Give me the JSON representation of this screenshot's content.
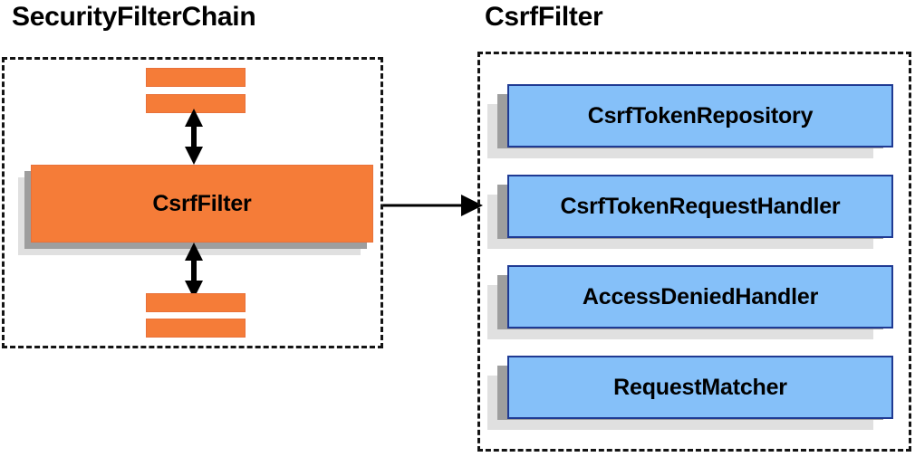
{
  "diagram": {
    "title_left": "SecurityFilterChain",
    "title_right": "CsrfFilter",
    "left_panel": {
      "main_box_label": "CsrfFilter",
      "stripes_top": [
        "",
        ""
      ],
      "stripes_bottom": [
        "",
        ""
      ]
    },
    "right_panel": {
      "items": [
        {
          "label": "CsrfTokenRepository"
        },
        {
          "label": "CsrfTokenRequestHandler"
        },
        {
          "label": "AccessDeniedHandler"
        },
        {
          "label": "RequestMatcher"
        }
      ]
    },
    "connectors": {
      "top_bidirectional": "double-headed-vertical-arrow",
      "bottom_bidirectional": "double-headed-vertical-arrow",
      "panel_link": "right-arrow"
    },
    "colors": {
      "orange_fill": "#f57c38",
      "orange_border": "#e8713a",
      "blue_fill": "#85c0f9",
      "blue_border": "#1f3a93",
      "shadow_dark": "#9e9e9e",
      "shadow_light": "#e0e0e0",
      "dash_border": "#141414",
      "text": "#000000",
      "background": "#ffffff"
    }
  }
}
